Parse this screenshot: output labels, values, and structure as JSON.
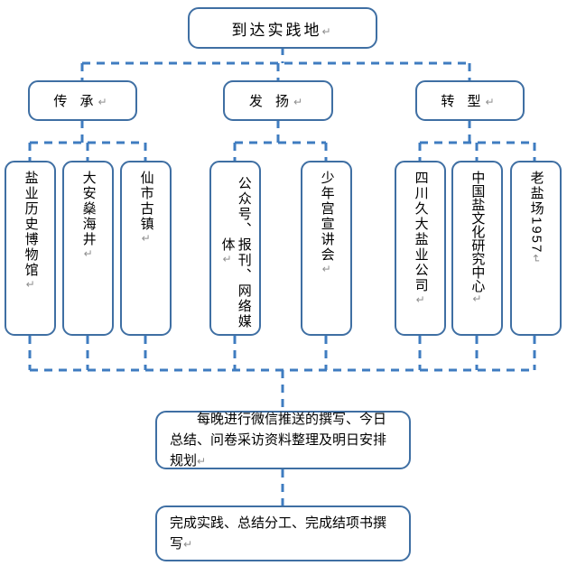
{
  "meta": {
    "title": "到达实践地流程图",
    "accent_color": "#3f6fa3",
    "connector_color": "#3f7cc0",
    "background": "#ffffff",
    "text_color": "#000000",
    "return_mark": "↵",
    "return_mark_color": "#8e8e8e"
  },
  "diagram": {
    "type": "flowchart",
    "orientation": "top-down",
    "connector_style": "dashed",
    "root": {
      "id": "root",
      "label": "到达实践地"
    },
    "categories": [
      {
        "id": "cat-chuancheng",
        "label": "传 承"
      },
      {
        "id": "cat-fayang",
        "label": "发 扬"
      },
      {
        "id": "cat-zhuanxing",
        "label": "转 型"
      }
    ],
    "leaves": [
      {
        "id": "leaf-yanye-museum",
        "parent": "cat-chuancheng",
        "label": "盐业历史博物馆"
      },
      {
        "id": "leaf-daan-shenhaijing",
        "parent": "cat-chuancheng",
        "label": "大安燊海井"
      },
      {
        "id": "leaf-xianshi-guzhen",
        "parent": "cat-chuancheng",
        "label": "仙市古镇"
      },
      {
        "id": "leaf-media",
        "parent": "cat-fayang",
        "label": "公众号、报刊、网络媒体"
      },
      {
        "id": "leaf-shaoniangong",
        "parent": "cat-fayang",
        "label": "少年宫宣讲会"
      },
      {
        "id": "leaf-jiuda",
        "parent": "cat-zhuanxing",
        "label": "四川久大盐业公司"
      },
      {
        "id": "leaf-yanwenhua",
        "parent": "cat-zhuanxing",
        "label": "中国盐文化研究中心"
      },
      {
        "id": "leaf-laoyanchang",
        "parent": "cat-zhuanxing",
        "label": "老盐场1957"
      }
    ],
    "summary": {
      "id": "summary-daily",
      "label": "每晚进行微信推送的撰写、今日总结、问卷采访资料整理及明日安排规划"
    },
    "final": {
      "id": "final-wrapup",
      "label": "完成实践、总结分工、完成结项书撰写"
    }
  }
}
